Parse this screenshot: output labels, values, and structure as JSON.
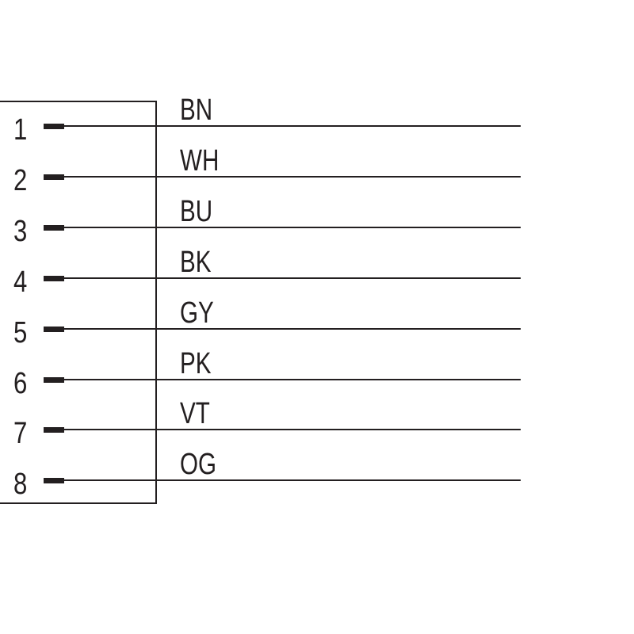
{
  "pins": [
    {
      "number": "1",
      "color_code": "BN"
    },
    {
      "number": "2",
      "color_code": "WH"
    },
    {
      "number": "3",
      "color_code": "BU"
    },
    {
      "number": "4",
      "color_code": "BK"
    },
    {
      "number": "5",
      "color_code": "GY"
    },
    {
      "number": "6",
      "color_code": "PK"
    },
    {
      "number": "7",
      "color_code": "VT"
    },
    {
      "number": "8",
      "color_code": "OG"
    }
  ],
  "colors": {
    "line": "#231f20",
    "background": "#ffffff"
  }
}
